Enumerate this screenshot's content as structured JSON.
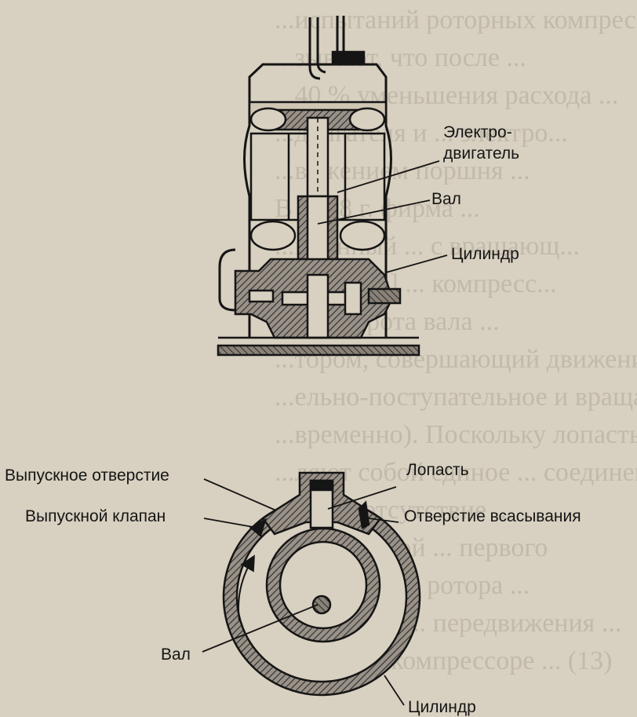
{
  "background_text": [
    "...испытаний роторных компрессоров",
    "...зывают, что после ...",
    "...40 % уменьшения расхода ...",
    "...двигателя и ... электро...",
    "...вижением поршня ...",
    "В 1998 г. фирма ...",
    "...ционный ... с вращающ...",
    "...ов [3600] ... компресс...",
    "...а поворота вала ...",
    "...тором, совершающий движение",
    "...ельно-поступательное и вращательное",
    "...временно). Поскольку лопасть и ротор",
    "...ляют собой единое ... соединени...",
    "...ние и отсутствие ...",
    "...ется точкой ... первого",
    "...ерез [13] ... ротора ...",
    "...от общие ... передвижения ...",
    "...в Swing-компрессоре ... (13)"
  ],
  "top_diagram": {
    "motor_label": [
      "Электро-",
      "двигатель"
    ],
    "shaft_label": "Вал",
    "cylinder_label": "Цилиндр"
  },
  "bottom_diagram": {
    "outlet_label": "Выпускное отверстие",
    "valve_label": "Выпускной клапан",
    "vane_label": "Лопасть",
    "suction_label": "Отверстие всасывания",
    "shaft_label": "Вал",
    "cylinder_label": "Цилиндр"
  },
  "colors": {
    "ink": "#151515",
    "paper": "#d8d0c0",
    "hatch": "#555555"
  }
}
